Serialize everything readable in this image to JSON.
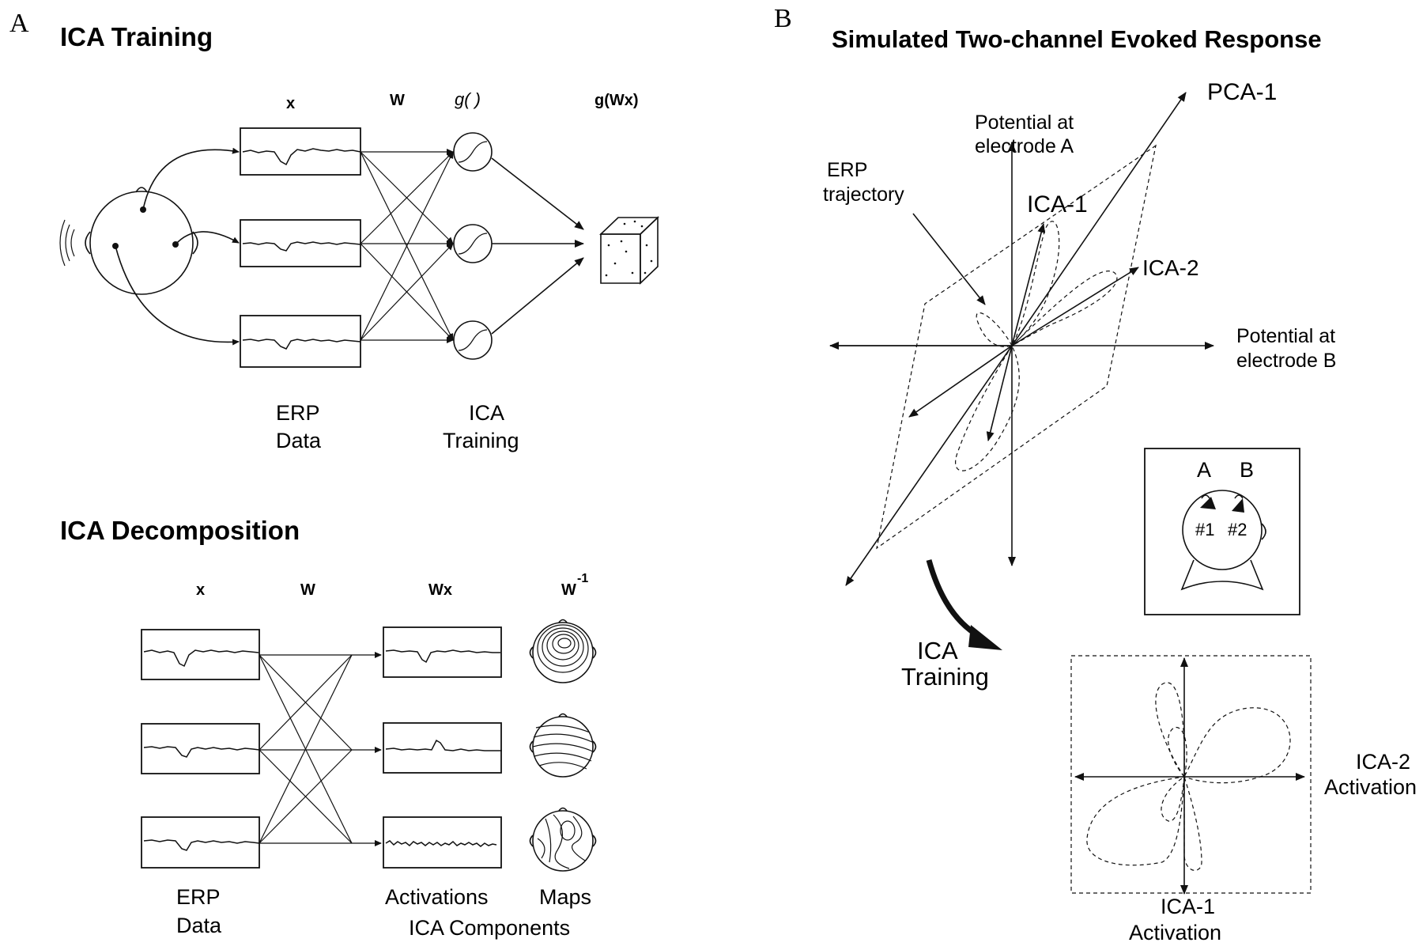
{
  "panel_a": {
    "panel_label": "A",
    "training": {
      "title": "ICA Training",
      "col_x": "x",
      "col_w": "W",
      "col_g": "g( )",
      "col_gwx": "g(Wx)",
      "erp_label_1": "ERP",
      "erp_label_2": "Data",
      "ica_label_1": "ICA",
      "ica_label_2": "Training"
    },
    "decomposition": {
      "title": "ICA Decomposition",
      "col_x": "x",
      "col_w": "W",
      "col_wx": "Wx",
      "col_winv": "W",
      "col_winv_sup": "-1",
      "erp_label_1": "ERP",
      "erp_label_2": "Data",
      "activations": "Activations",
      "maps": "Maps",
      "components": "ICA Components"
    }
  },
  "panel_b": {
    "panel_label": "B",
    "title": "Simulated Two-channel Evoked Response",
    "pca1": "PCA-1",
    "pot_a_1": "Potential at",
    "pot_a_2": "electrode A",
    "erp_traj_1": "ERP",
    "erp_traj_2": "trajectory",
    "ica1": "ICA-1",
    "ica2": "ICA-2",
    "pot_b_1": "Potential at",
    "pot_b_2": "electrode B",
    "inset_a": "A",
    "inset_b": "B",
    "inset_s1": "#1",
    "inset_s2": "#2",
    "training_1": "ICA",
    "training_2": "Training",
    "ica2_act_1": "ICA-2",
    "ica2_act_2": "Activation",
    "ica1_act_1": "ICA-1",
    "ica1_act_2": "Activation"
  }
}
